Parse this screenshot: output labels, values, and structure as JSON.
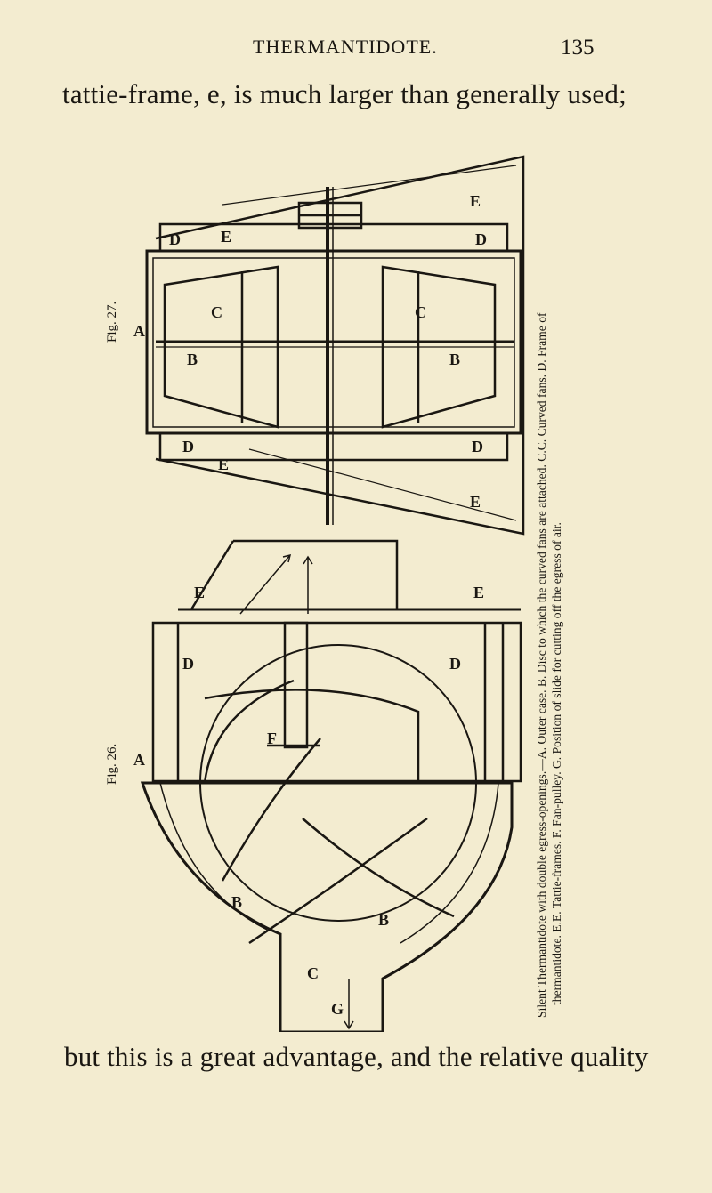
{
  "header": {
    "title": "THERMANTIDOTE.",
    "page_number": "135"
  },
  "text": {
    "line_top": "tattie-frame, e, is much larger than generally used;",
    "line_bottom": "but this is a great advantage, and the relative quality"
  },
  "figure": {
    "fig27_label": "Fig. 27.",
    "fig26_label": "Fig. 26.",
    "letters": {
      "a": "A",
      "b": "B",
      "c": "C",
      "d": "D",
      "e": "E",
      "f": "F",
      "g": "G"
    },
    "caption_line_1": "Silent Thermantidote with double egress-openings.—A. Outer case. B. Disc to which the curved fans are attached. C.C. Curved fans. D. Frame of",
    "caption_line_2": "thermantidote. E.E. Tattie-frames. F. Fan-pulley. G. Position of slide for cutting off the egress of air."
  }
}
